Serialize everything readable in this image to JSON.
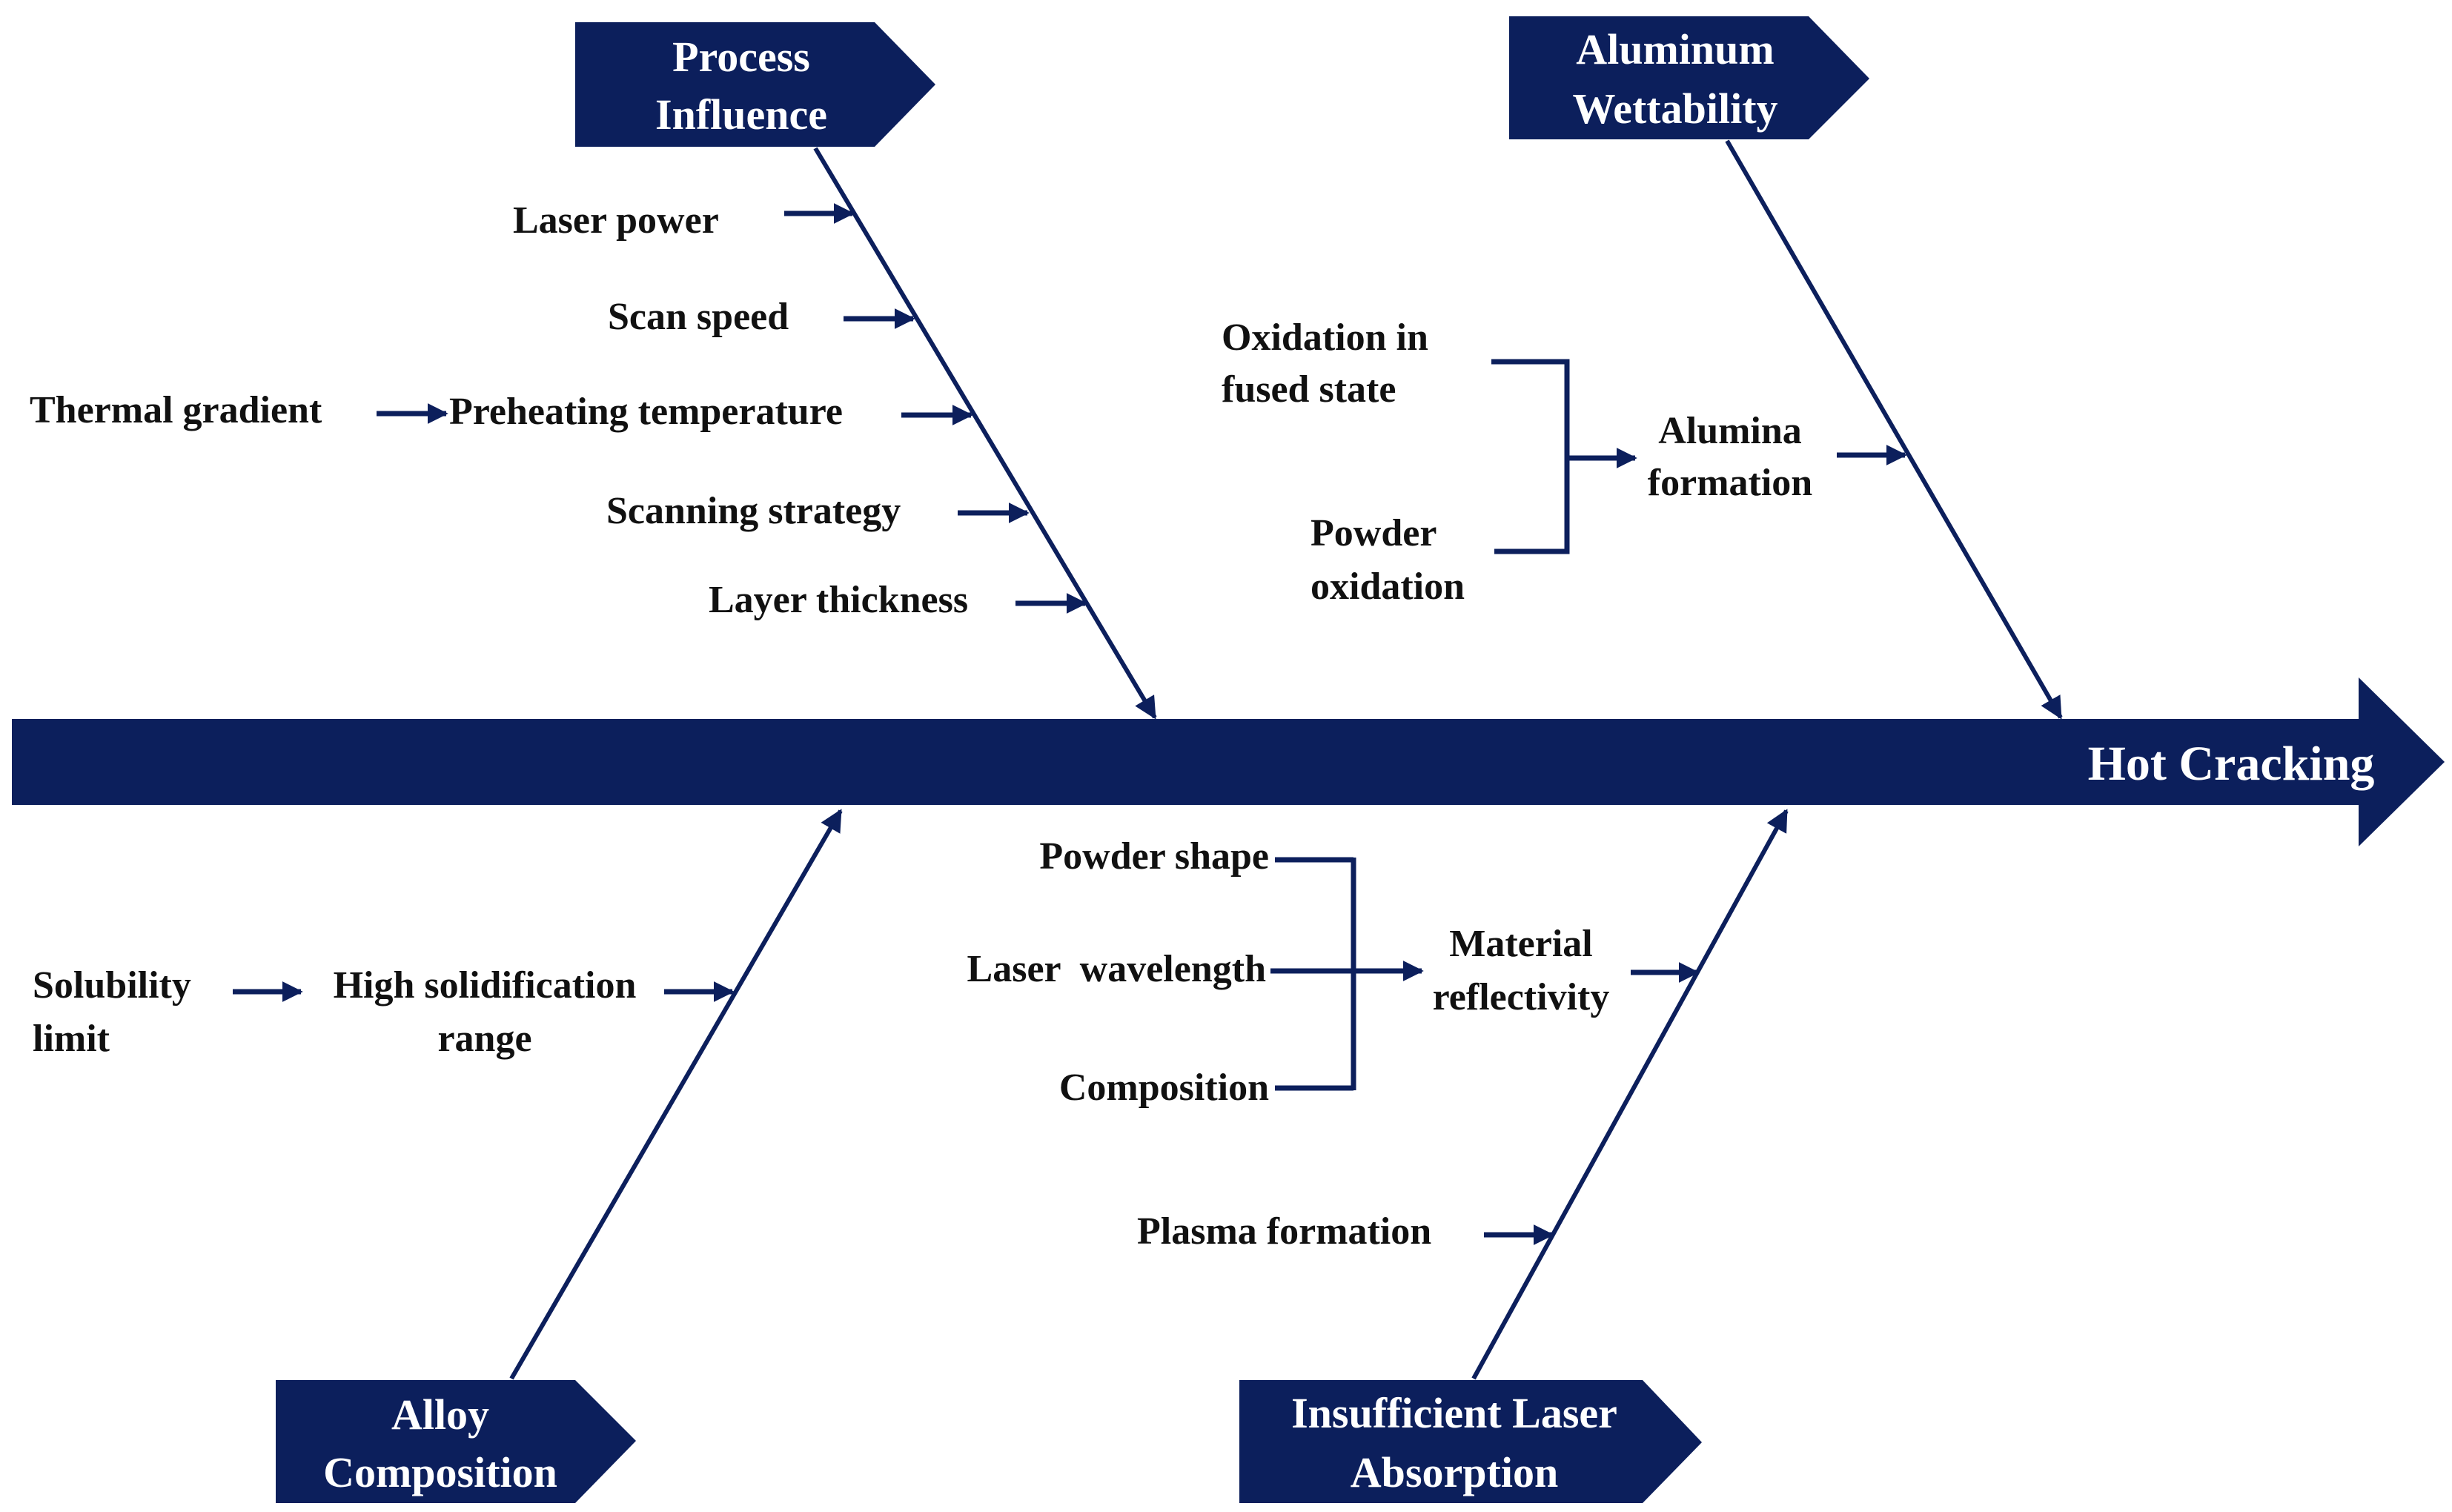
{
  "effect": {
    "label": "Hot Cracking"
  },
  "categories": {
    "process": {
      "line1": "Process",
      "line2": "Influence"
    },
    "aluminum": {
      "line1": "Aluminum",
      "line2": "Wettability"
    },
    "alloy": {
      "line1": "Alloy",
      "line2": "Composition"
    },
    "laser": {
      "line1": "Insufficient Laser",
      "line2": "Absorption"
    }
  },
  "process_causes": {
    "laser_power": "Laser power",
    "scan_speed": "Scan speed",
    "thermal_gradient": "Thermal gradient",
    "preheating": "Preheating temperature",
    "scanning_strategy": "Scanning strategy",
    "layer_thickness": "Layer thickness"
  },
  "aluminum_causes": {
    "oxidation_l1": "Oxidation in",
    "oxidation_l2": "fused state",
    "powder_ox_l1": "Powder",
    "powder_ox_l2": "oxidation",
    "alumina_l1": "Alumina",
    "alumina_l2": "formation"
  },
  "alloy_causes": {
    "solubility_l1": "Solubility",
    "solubility_l2": "limit",
    "solidification_l1": "High solidification",
    "solidification_l2": "range"
  },
  "laser_causes": {
    "powder_shape": "Powder shape",
    "laser_wavelength": "Laser  wavelength",
    "composition": "Composition",
    "reflectivity_l1": "Material",
    "reflectivity_l2": "reflectivity",
    "plasma": "Plasma formation"
  }
}
